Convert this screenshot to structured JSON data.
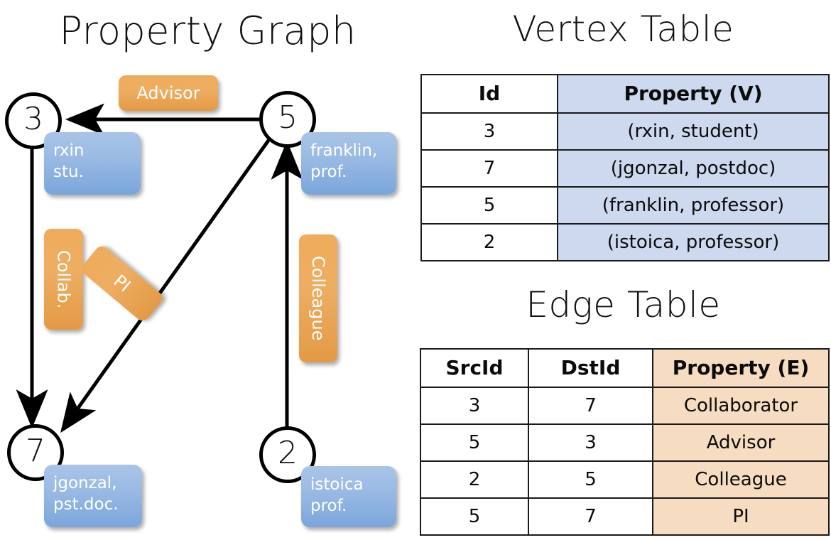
{
  "titles": {
    "property_graph": "Property Graph",
    "vertex_table": "Vertex Table",
    "edge_table": "Edge Table"
  },
  "graph": {
    "nodes": [
      {
        "id": "3",
        "property": "rxin\nstu."
      },
      {
        "id": "5",
        "property": "franklin,\nprof."
      },
      {
        "id": "7",
        "property": "jgonzal,\npst.doc."
      },
      {
        "id": "2",
        "property": "istoica\nprof."
      }
    ],
    "edge_labels": {
      "advisor": "Advisor",
      "collab": "Collab.",
      "pi": "PI",
      "colleague": "Colleague"
    },
    "colors": {
      "vertex_property_box": "#8fb3e0",
      "edge_label_box": "#eeab5b",
      "node_stroke": "#000000",
      "arrow": "#000000"
    }
  },
  "vertex_table": {
    "headers": [
      "Id",
      "Property (V)"
    ],
    "rows": [
      {
        "id": "3",
        "property": "(rxin, student)"
      },
      {
        "id": "7",
        "property": "(jgonzal, postdoc)"
      },
      {
        "id": "5",
        "property": "(franklin, professor)"
      },
      {
        "id": "2",
        "property": "(istoica, professor)"
      }
    ],
    "accent_color": "#ccd9ee"
  },
  "edge_table": {
    "headers": [
      "SrcId",
      "DstId",
      "Property (E)"
    ],
    "rows": [
      {
        "src": "3",
        "dst": "7",
        "property": "Collaborator"
      },
      {
        "src": "5",
        "dst": "3",
        "property": "Advisor"
      },
      {
        "src": "2",
        "dst": "5",
        "property": "Colleague"
      },
      {
        "src": "5",
        "dst": "7",
        "property": "PI"
      }
    ],
    "accent_color": "#f6dcc0"
  }
}
